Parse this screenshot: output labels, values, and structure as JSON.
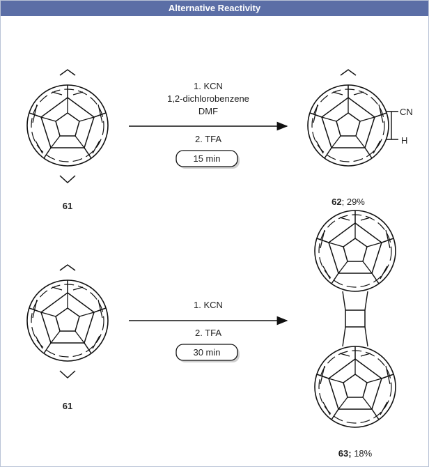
{
  "header": {
    "title": "Alternative Reactivity"
  },
  "reactions": [
    {
      "reactant_label": "61",
      "conditions": [
        "1. KCN",
        "1,2-dichlorobenzene",
        "DMF",
        "2. TFA"
      ],
      "time": "15 min",
      "product_label_bold": "62",
      "product_label_rest": "; 29%",
      "substituents": [
        "CN",
        "H"
      ]
    },
    {
      "reactant_label": "61",
      "conditions": [
        "1. KCN",
        "2. TFA"
      ],
      "time": "30 min",
      "product_label_bold": "63;",
      "product_label_rest": " 18%"
    }
  ]
}
